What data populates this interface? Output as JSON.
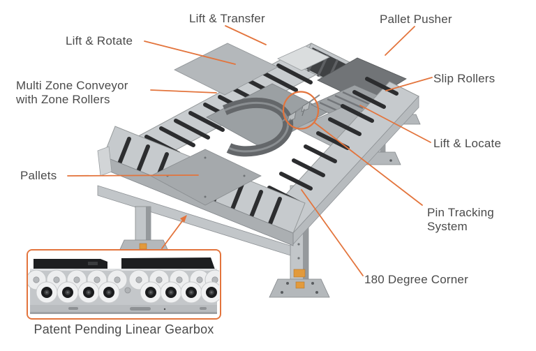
{
  "diagram": {
    "labels": {
      "lift_transfer": "Lift & Transfer",
      "pallet_pusher": "Pallet Pusher",
      "lift_rotate": "Lift & Rotate",
      "multi_zone_line1": "Multi Zone Conveyor",
      "multi_zone_line2": "with Zone Rollers",
      "slip_rollers": "Slip Rollers",
      "lift_locate": "Lift & Locate",
      "pallets": "Pallets",
      "pin_tracking_line1": "Pin Tracking",
      "pin_tracking_line2": "System",
      "corner_180": "180 Degree Corner",
      "inset_caption": "Patent Pending Linear Gearbox"
    },
    "colors": {
      "accent": "#E3743C",
      "label_text": "#4A4A4A",
      "background": "#FFFFFF"
    }
  }
}
